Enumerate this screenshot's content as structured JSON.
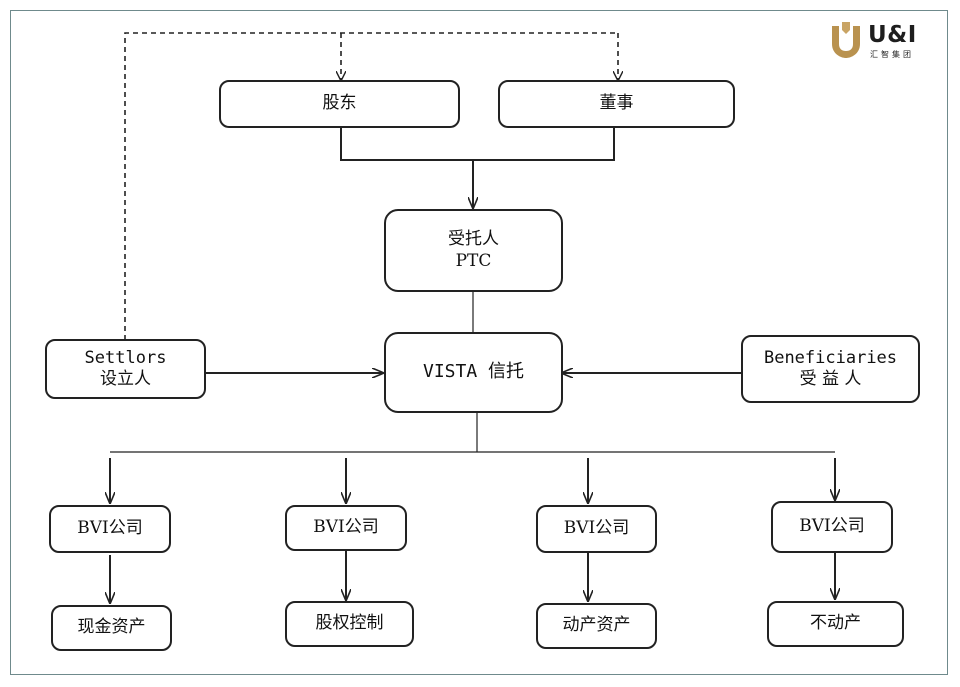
{
  "logo": {
    "brand": "U&I",
    "subtitle": "汇智集团",
    "accent_color": "#b9924f"
  },
  "nodes": {
    "shareholders": "股东",
    "directors": "董事",
    "trustee": {
      "line1": "受托人",
      "line2": "PTC"
    },
    "trust": "VISTA 信托",
    "settlors": {
      "line1": "Settlors",
      "line2": "设立人"
    },
    "beneficiaries": {
      "line1": "Beneficiaries",
      "line2": "受 益 人"
    },
    "bvi": [
      "BVI公司",
      "BVI公司",
      "BVI公司",
      "BVI公司"
    ],
    "assets": [
      "现金资产",
      "股权控制",
      "动产资产",
      "不动产"
    ]
  },
  "edges": [
    {
      "from": "settlors",
      "to": "shareholders",
      "style": "dashed"
    },
    {
      "from": "settlors",
      "to": "directors",
      "style": "dashed"
    },
    {
      "from": "shareholders",
      "to": "trustee",
      "style": "solid"
    },
    {
      "from": "directors",
      "to": "trustee",
      "style": "solid"
    },
    {
      "from": "trustee",
      "to": "trust",
      "style": "solid"
    },
    {
      "from": "settlors",
      "to": "trust",
      "style": "solid"
    },
    {
      "from": "beneficiaries",
      "to": "trust",
      "style": "solid"
    },
    {
      "from": "trust",
      "to": "bvi-1",
      "style": "solid"
    },
    {
      "from": "trust",
      "to": "bvi-2",
      "style": "solid"
    },
    {
      "from": "trust",
      "to": "bvi-3",
      "style": "solid"
    },
    {
      "from": "trust",
      "to": "bvi-4",
      "style": "solid"
    },
    {
      "from": "bvi-1",
      "to": "asset-cash",
      "style": "solid"
    },
    {
      "from": "bvi-2",
      "to": "asset-equity",
      "style": "solid"
    },
    {
      "from": "bvi-3",
      "to": "asset-movable",
      "style": "solid"
    },
    {
      "from": "bvi-4",
      "to": "asset-real-estate",
      "style": "solid"
    }
  ]
}
